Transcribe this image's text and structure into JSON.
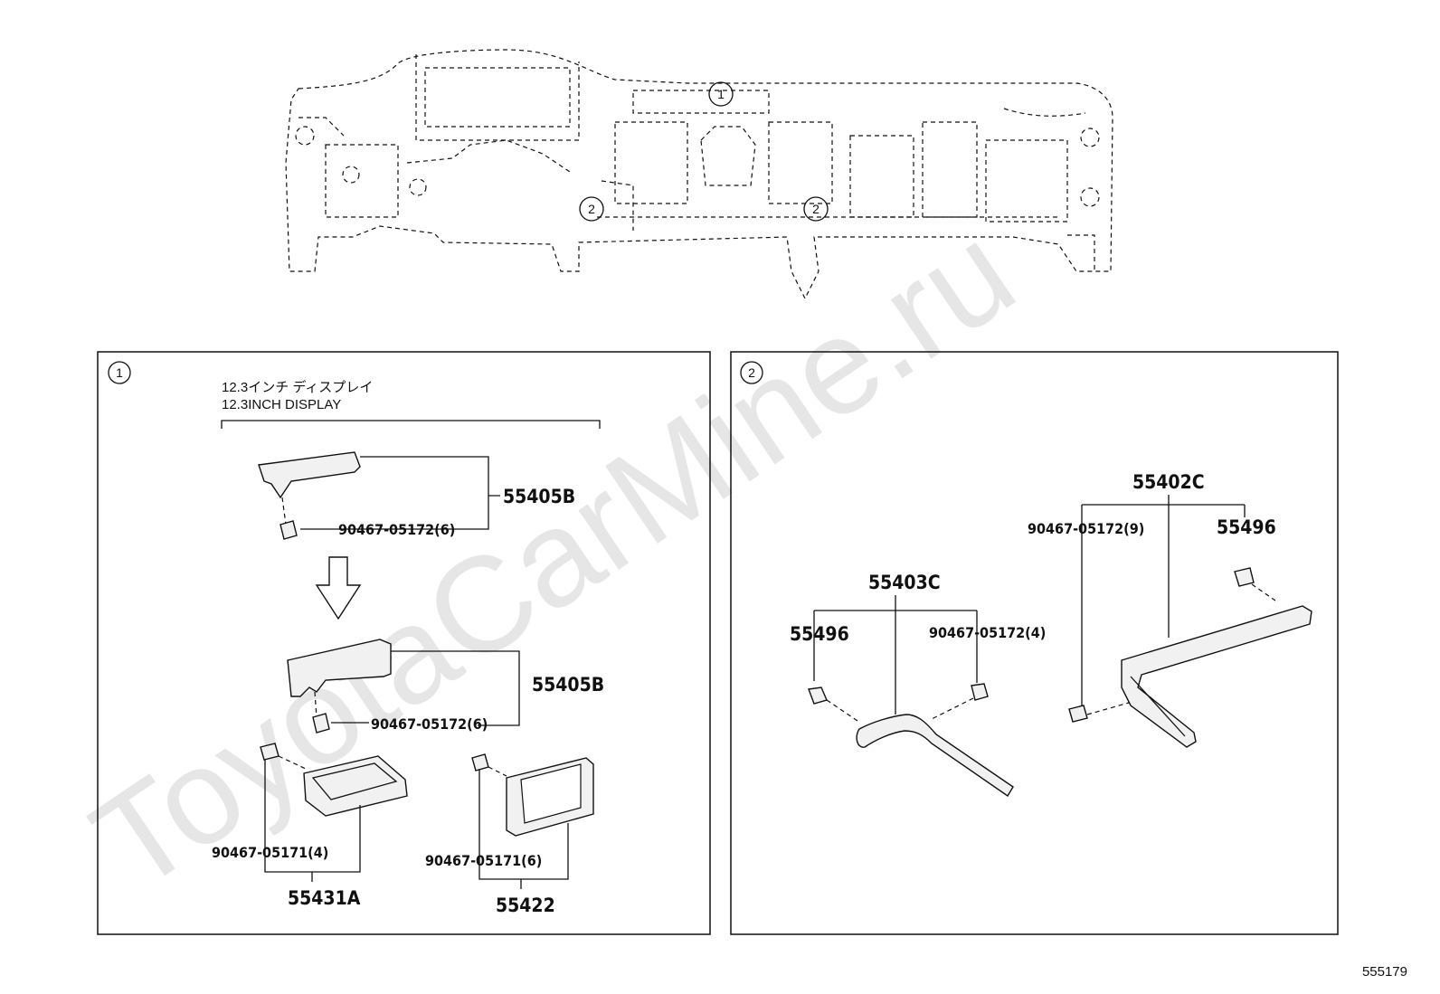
{
  "watermark": "ToyotaCarMine.ru",
  "diagram_id": "555179",
  "overview": {
    "callouts": [
      "1",
      "2",
      "2"
    ]
  },
  "panel1": {
    "badge": "1",
    "title_jp": "12.3インチ ディスプレイ",
    "title_en": "12.3INCH DISPLAY",
    "parts": {
      "bracket_top": "55405B",
      "clip_top": "90467-05172(6)",
      "bracket_mid": "55405B",
      "clip_mid": "90467-05172(6)",
      "frame_clip": "90467-05171(4)",
      "frame": "55431A",
      "display_clip": "90467-05171(6)",
      "display": "55422"
    }
  },
  "panel2": {
    "badge": "2",
    "parts": {
      "left_assy": "55403C",
      "left_pad": "55496",
      "left_clip": "90467-05172(4)",
      "right_assy": "55402C",
      "right_clip": "90467-05172(9)",
      "right_pad": "55496"
    }
  }
}
